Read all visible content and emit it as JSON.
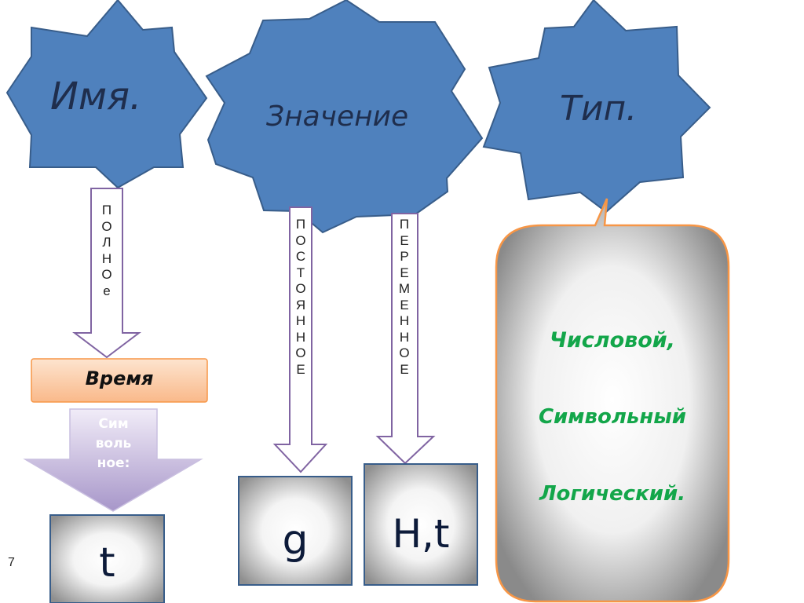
{
  "stars": {
    "name": "Имя.",
    "value": "Значение",
    "type": "Тип."
  },
  "arrows": {
    "full": [
      "П",
      "О",
      "Л",
      "Н",
      "О",
      "е"
    ],
    "constant": [
      "П",
      "О",
      "С",
      "Т",
      "О",
      "Я",
      "Н",
      "Н",
      "О",
      "Е"
    ],
    "variable": [
      "П",
      "Е",
      "Р",
      "Е",
      "М",
      "Е",
      "Н",
      "Н",
      "О",
      "Е"
    ],
    "symbolic": [
      "Сим",
      "воль",
      "ное:"
    ]
  },
  "time_label": "Время",
  "boxes": {
    "t": "t",
    "g": "g",
    "ht": "H,t"
  },
  "types": {
    "numeric": "Числовой,",
    "symbolic": "Символьный",
    "logical": "Логический."
  },
  "page_number": "7",
  "colors": {
    "star_fill": "#4f81bd",
    "star_stroke": "#385d8a",
    "box_stroke": "#385d8a",
    "orange_border": "#f79646",
    "type_text": "#13a64a",
    "purple_arrow": "#9a86bf"
  }
}
